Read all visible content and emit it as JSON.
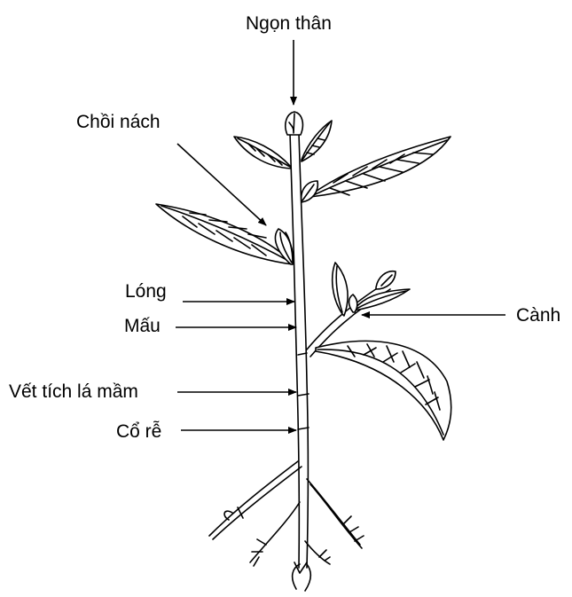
{
  "labels": {
    "shoot_apex": "Ngọn thân",
    "axillary_bud": "Chồi nách",
    "internode": "Lóng",
    "node": "Mấu",
    "cotyledon_scar": "Vết tích lá mầm",
    "root_neck": "Cổ rễ",
    "branch": "Cành"
  },
  "colors": {
    "ink": "#000000",
    "background": "#ffffff"
  }
}
